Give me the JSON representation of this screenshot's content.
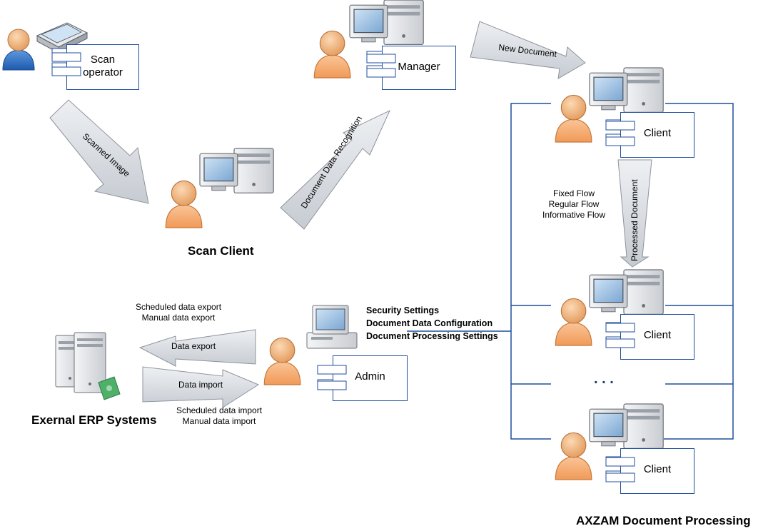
{
  "nodes": {
    "scan_operator": {
      "line1": "Scan",
      "line2": "operator"
    },
    "manager": {
      "label": "Manager"
    },
    "client_1": {
      "label": "Client"
    },
    "client_2": {
      "label": "Client"
    },
    "client_3": {
      "label": "Client"
    },
    "admin": {
      "label": "Admin"
    }
  },
  "titles": {
    "scan_client": "Scan Client",
    "erp": "Exernal ERP Systems",
    "axzam": "AXZAM Document Processing"
  },
  "arrows": {
    "scanned_image": "Scanned Image",
    "document_data_recognition": "Document Data Recognition",
    "new_document": "New Document",
    "processed_document": "Processed Document",
    "data_export": "Data export",
    "data_import": "Data import"
  },
  "flows": [
    "Fixed Flow",
    "Regular Flow",
    "Informative Flow"
  ],
  "export_notes": [
    "Scheduled data export",
    "Manual data export"
  ],
  "import_notes": [
    "Scheduled data import",
    "Manual data import"
  ],
  "admin_settings": [
    "Security Settings",
    "Document Data Configuration",
    "Document Processing Settings"
  ],
  "ellipsis": ". . .",
  "colors": {
    "line": "#1f4e9c",
    "arrow_fill": "#d9dde3",
    "arrow_stroke": "#8e949c",
    "person_orange": "#f4a56a",
    "person_blue": "#2f6fc4"
  }
}
